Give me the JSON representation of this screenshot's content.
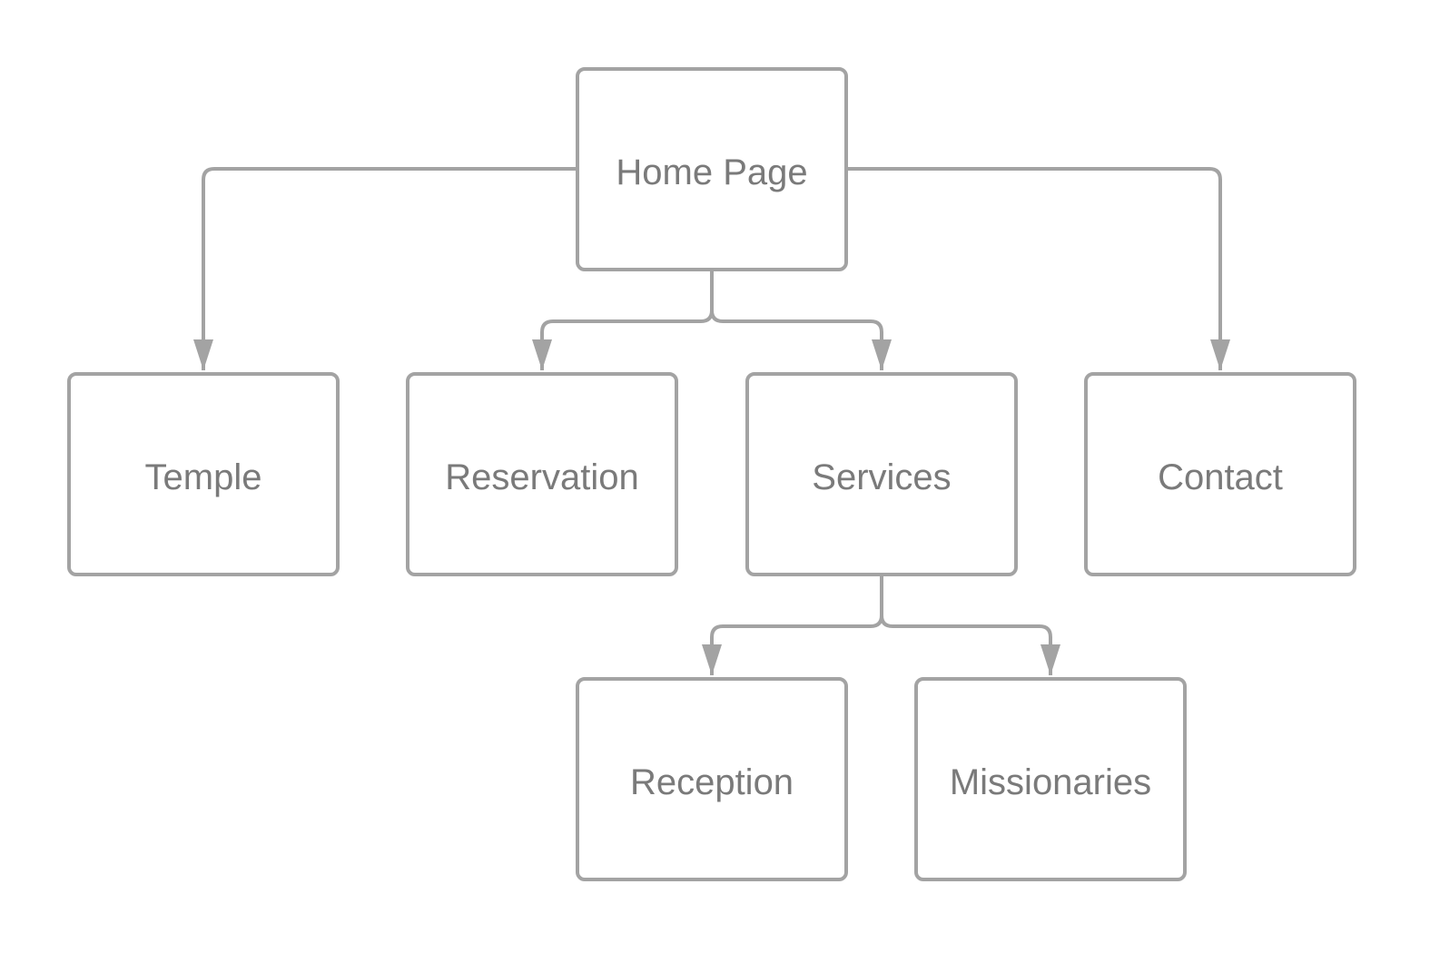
{
  "colors": {
    "stroke": "#a3a3a3",
    "text": "#7a7a7a",
    "background": "#ffffff"
  },
  "nodes": {
    "home": "Home Page",
    "temple": "Temple",
    "reservation": "Reservation",
    "services": "Services",
    "contact": "Contact",
    "reception": "Reception",
    "missionaries": "Missionaries"
  },
  "edges": [
    {
      "from": "Home Page",
      "to": "Temple"
    },
    {
      "from": "Home Page",
      "to": "Reservation"
    },
    {
      "from": "Home Page",
      "to": "Services"
    },
    {
      "from": "Home Page",
      "to": "Contact"
    },
    {
      "from": "Services",
      "to": "Reception"
    },
    {
      "from": "Services",
      "to": "Missionaries"
    }
  ]
}
